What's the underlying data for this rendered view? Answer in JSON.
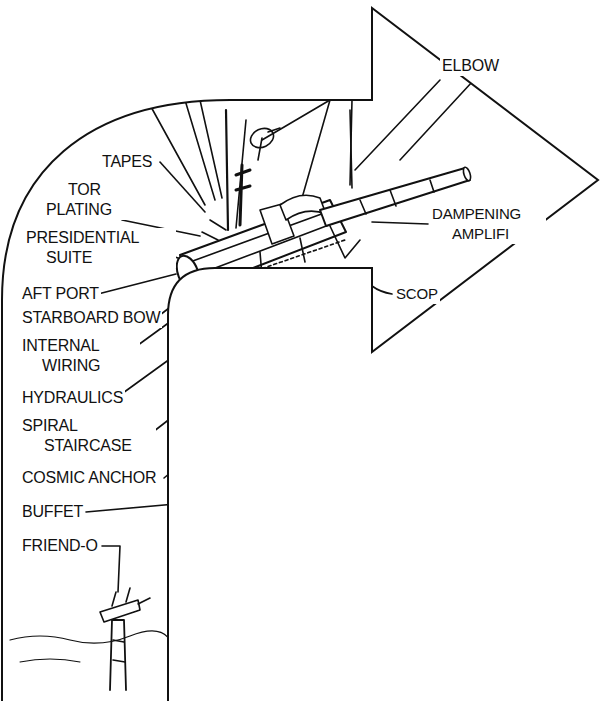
{
  "diagram": {
    "labels": [
      "TAPES",
      "TOR PLATING",
      "PRESIDENTIAL SUITE",
      "AFT PORT",
      "STARBOARD BOW",
      "INTERNAL WIRING",
      "HYDRAULICS",
      "SPIRAL STAIRCASE",
      "COSMIC ANCHOR",
      "BUFFET",
      "FRIEND-O",
      "ELBOW",
      "DAMPENING AMPLIFI",
      "SCOP"
    ]
  }
}
